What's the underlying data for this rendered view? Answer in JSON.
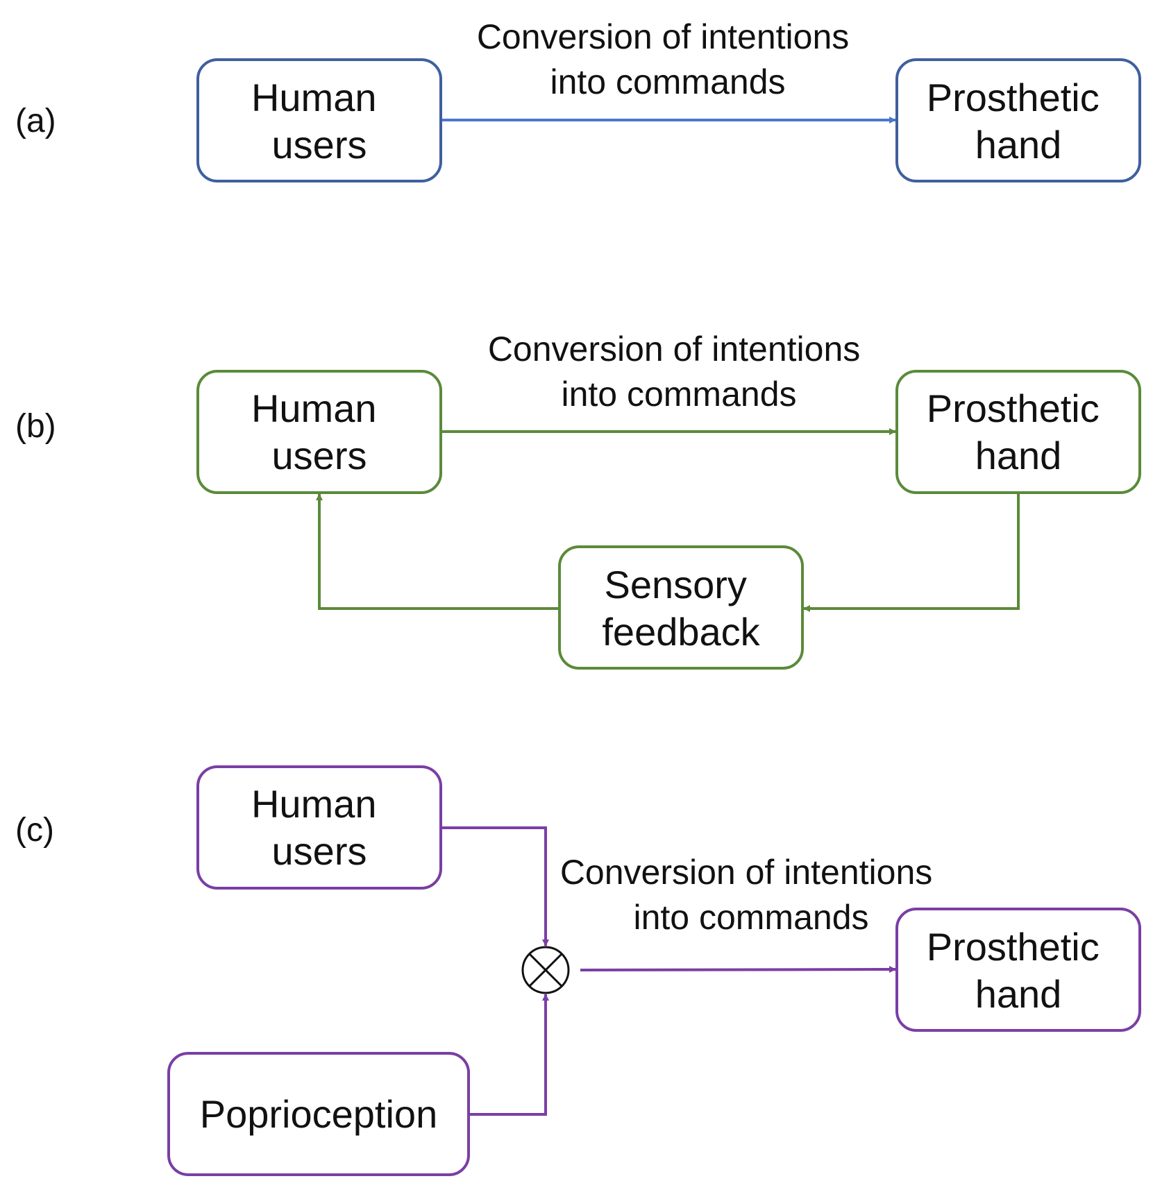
{
  "colors": {
    "panel_a": "#3f5f9e",
    "panel_a_arrow": "#4a78cc",
    "panel_b": "#5b8a3a",
    "panel_c": "#7a3ea5",
    "text": "#111111"
  },
  "panels": {
    "a": {
      "label": "(a)",
      "human_users": [
        "Human",
        "users"
      ],
      "conversion": [
        "Conversion of intentions",
        "into commands"
      ],
      "prosthetic_hand": [
        "Prosthetic",
        "hand"
      ]
    },
    "b": {
      "label": "(b)",
      "human_users": [
        "Human",
        "users"
      ],
      "conversion": [
        "Conversion of intentions",
        "into commands"
      ],
      "prosthetic_hand": [
        "Prosthetic",
        "hand"
      ],
      "sensory_feedback": [
        "Sensory",
        "feedback"
      ]
    },
    "c": {
      "label": "(c)",
      "human_users": [
        "Human",
        "users"
      ],
      "conversion": [
        "Conversion of intentions",
        "into commands"
      ],
      "prosthetic_hand": [
        "Prosthetic",
        "hand"
      ],
      "proprioception": "Poprioception",
      "combiner_symbol": "⊗"
    }
  }
}
